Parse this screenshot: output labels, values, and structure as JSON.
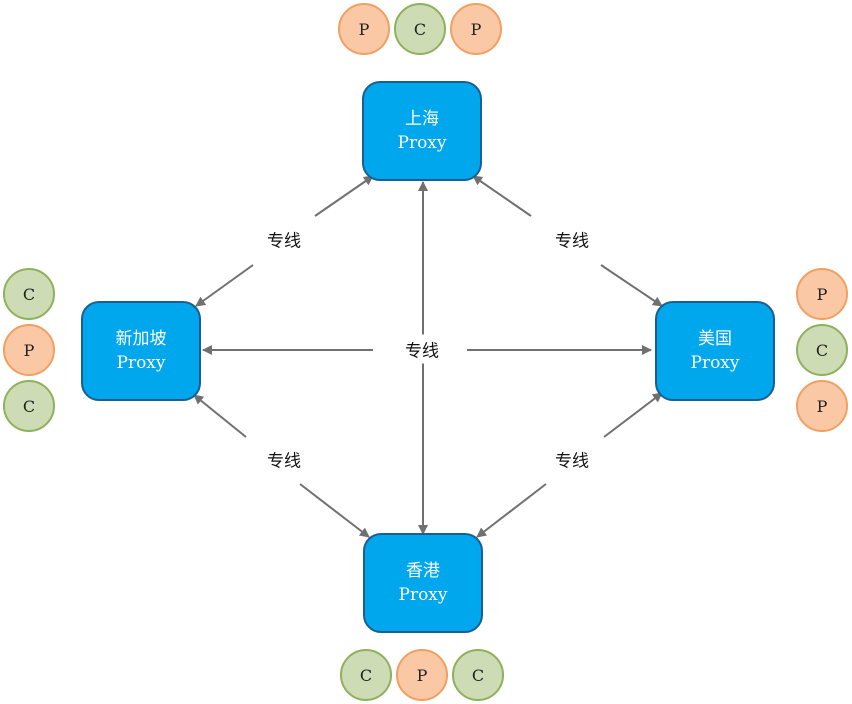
{
  "nodes": {
    "shanghai": {
      "name": "上海",
      "sub": "Proxy"
    },
    "singapore": {
      "name": "新加坡",
      "sub": "Proxy"
    },
    "usa": {
      "name": "美国",
      "sub": "Proxy"
    },
    "hongkong": {
      "name": "香港",
      "sub": "Proxy"
    }
  },
  "clusters": {
    "top": [
      "P",
      "C",
      "P"
    ],
    "left": [
      "C",
      "P",
      "C"
    ],
    "right": [
      "P",
      "C",
      "P"
    ],
    "bottom": [
      "C",
      "P",
      "C"
    ]
  },
  "links": {
    "label": "专线",
    "shanghai_singapore": "专线",
    "shanghai_usa": "专线",
    "center": "专线",
    "singapore_hongkong": "专线",
    "usa_hongkong": "专线"
  },
  "colors": {
    "node_fill": "#01a7ed",
    "node_border": "#1a5f93",
    "producer_fill": "#fbc8a6",
    "producer_border": "#f0a060",
    "consumer_fill": "#cddcb5",
    "consumer_border": "#8fb05c",
    "arrow": "#707070"
  }
}
